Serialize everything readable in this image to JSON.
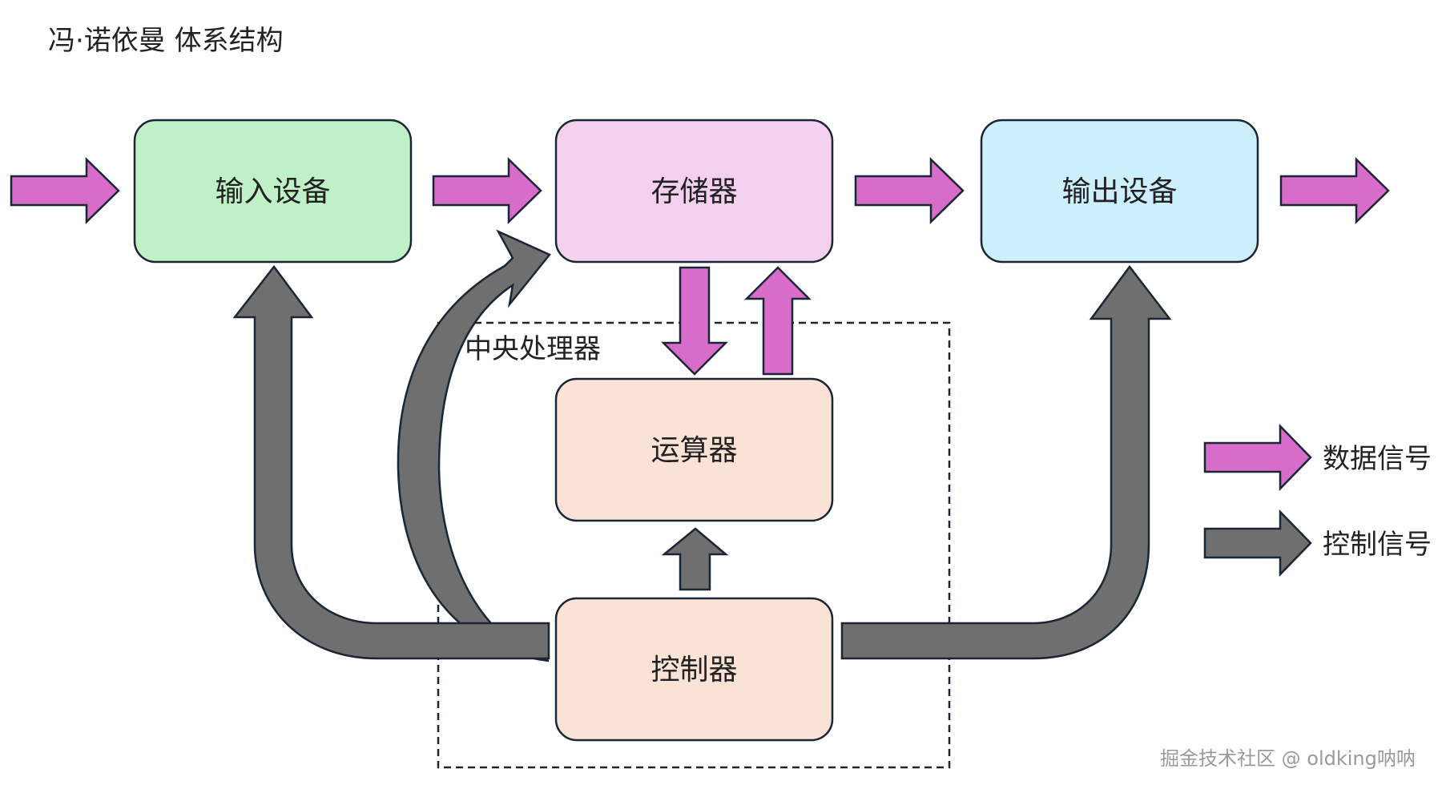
{
  "title": "冯·诺依曼 体系结构",
  "colors": {
    "data_signal": "#d86ccb",
    "control_signal": "#6f6f6f",
    "stroke": "#1a2633",
    "input_fill": "#c0f0c7",
    "memory_fill": "#f2d0ee",
    "output_fill": "#cdeefc",
    "cpu_unit_fill": "#fae3d6"
  },
  "boxes": {
    "input": {
      "label": "输入设备"
    },
    "memory": {
      "label": "存储器"
    },
    "output": {
      "label": "输出设备"
    },
    "alu": {
      "label": "运算器"
    },
    "controller": {
      "label": "控制器"
    }
  },
  "cpu_group": {
    "label": "中央处理器"
  },
  "legend": {
    "data": {
      "label": "数据信号"
    },
    "control": {
      "label": "控制信号"
    }
  },
  "watermark": "掘金技术社区 @ oldking呐呐"
}
